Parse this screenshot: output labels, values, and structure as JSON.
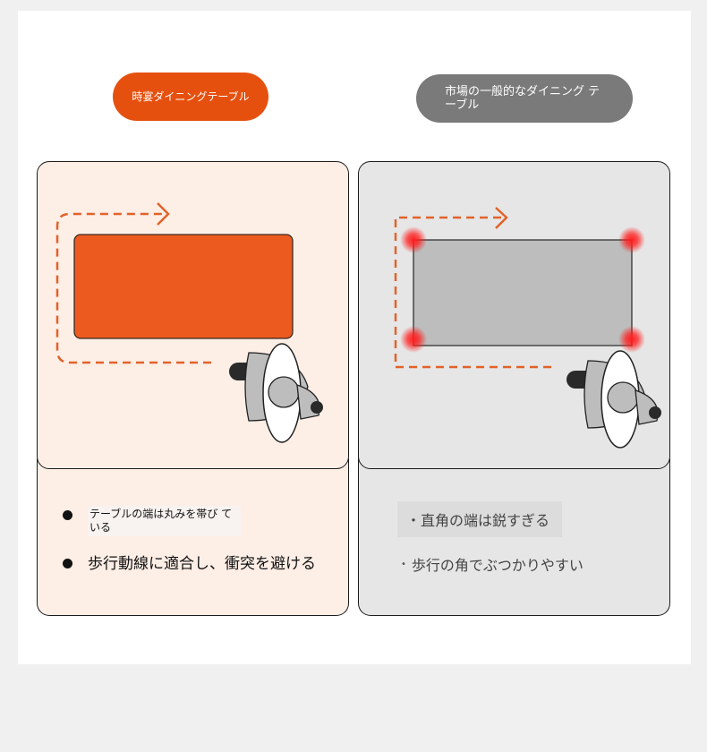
{
  "left": {
    "pill_label": "時宴ダイニングテーブル",
    "bullet1": "テーブルの端は丸みを帯び ている",
    "bullet2": "歩行動線に適合し、衝突を避ける"
  },
  "right": {
    "pill_label": "市場の一般的なダイニング テーブル",
    "point1": "・直角の端は鋭すぎる",
    "point2": "歩行の角でぶつかりやすい",
    "point2_marker": "•"
  },
  "colors": {
    "accent": "#e6500f",
    "table_orange": "#ec5a1f",
    "table_gray": "#bdbdbd",
    "warn_red": "#ff1e1e",
    "dash": "#e2622a"
  }
}
